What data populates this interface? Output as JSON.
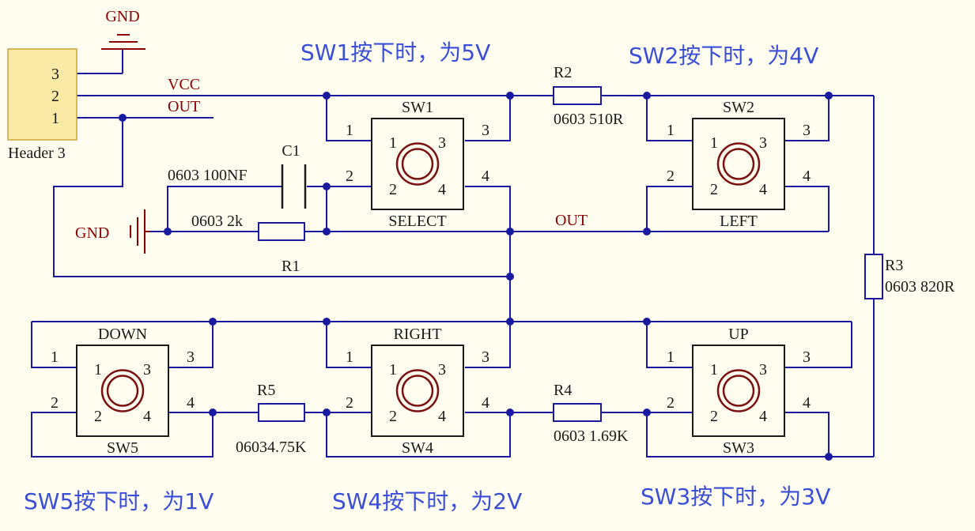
{
  "colors": {
    "background": "#fffdf0",
    "wire": "#1a1aa0",
    "net_label": "#8b0000",
    "power": "#8b0000",
    "component": "#1a1a1a",
    "text": "#1a1a1a",
    "resistor": "#1a1aa0",
    "note": "#3a4ed8",
    "header_fill": "#fbeaa6",
    "header_stroke": "#c9a43a",
    "button_ring": "#7a1010"
  },
  "header": {
    "name": "Header 3",
    "pins": [
      "3",
      "2",
      "1"
    ]
  },
  "power": {
    "gnd_top": "GND",
    "gnd_left": "GND"
  },
  "nets": {
    "vcc": "VCC",
    "out_header": "OUT",
    "out_mid": "OUT"
  },
  "cap": {
    "ref": "C1",
    "value": "0603 100NF"
  },
  "resistors": {
    "r1": {
      "ref": "R1",
      "value": "0603 2k"
    },
    "r2": {
      "ref": "R2",
      "value": "0603 510R"
    },
    "r3": {
      "ref": "R3",
      "value": "0603 820R"
    },
    "r4": {
      "ref": "R4",
      "value": "0603 1.69K"
    },
    "r5": {
      "ref": "R5",
      "value": "06034.75K"
    }
  },
  "switches": {
    "sw1": {
      "ref": "SW1",
      "label": "SELECT"
    },
    "sw2": {
      "ref": "SW2",
      "label": "LEFT"
    },
    "sw3": {
      "ref": "SW3",
      "label": "UP"
    },
    "sw4": {
      "ref": "SW4",
      "label": "RIGHT"
    },
    "sw5": {
      "ref": "SW5",
      "label": "DOWN"
    }
  },
  "switch_pins": {
    "p1": "1",
    "p2": "2",
    "p3": "3",
    "p4": "4"
  },
  "notes": {
    "sw1": "SW1按下时，为5V",
    "sw2": "SW2按下时，为4V",
    "sw3": "SW3按下时，为3V",
    "sw4": "SW4按下时，为2V",
    "sw5": "SW5按下时，为1V"
  }
}
